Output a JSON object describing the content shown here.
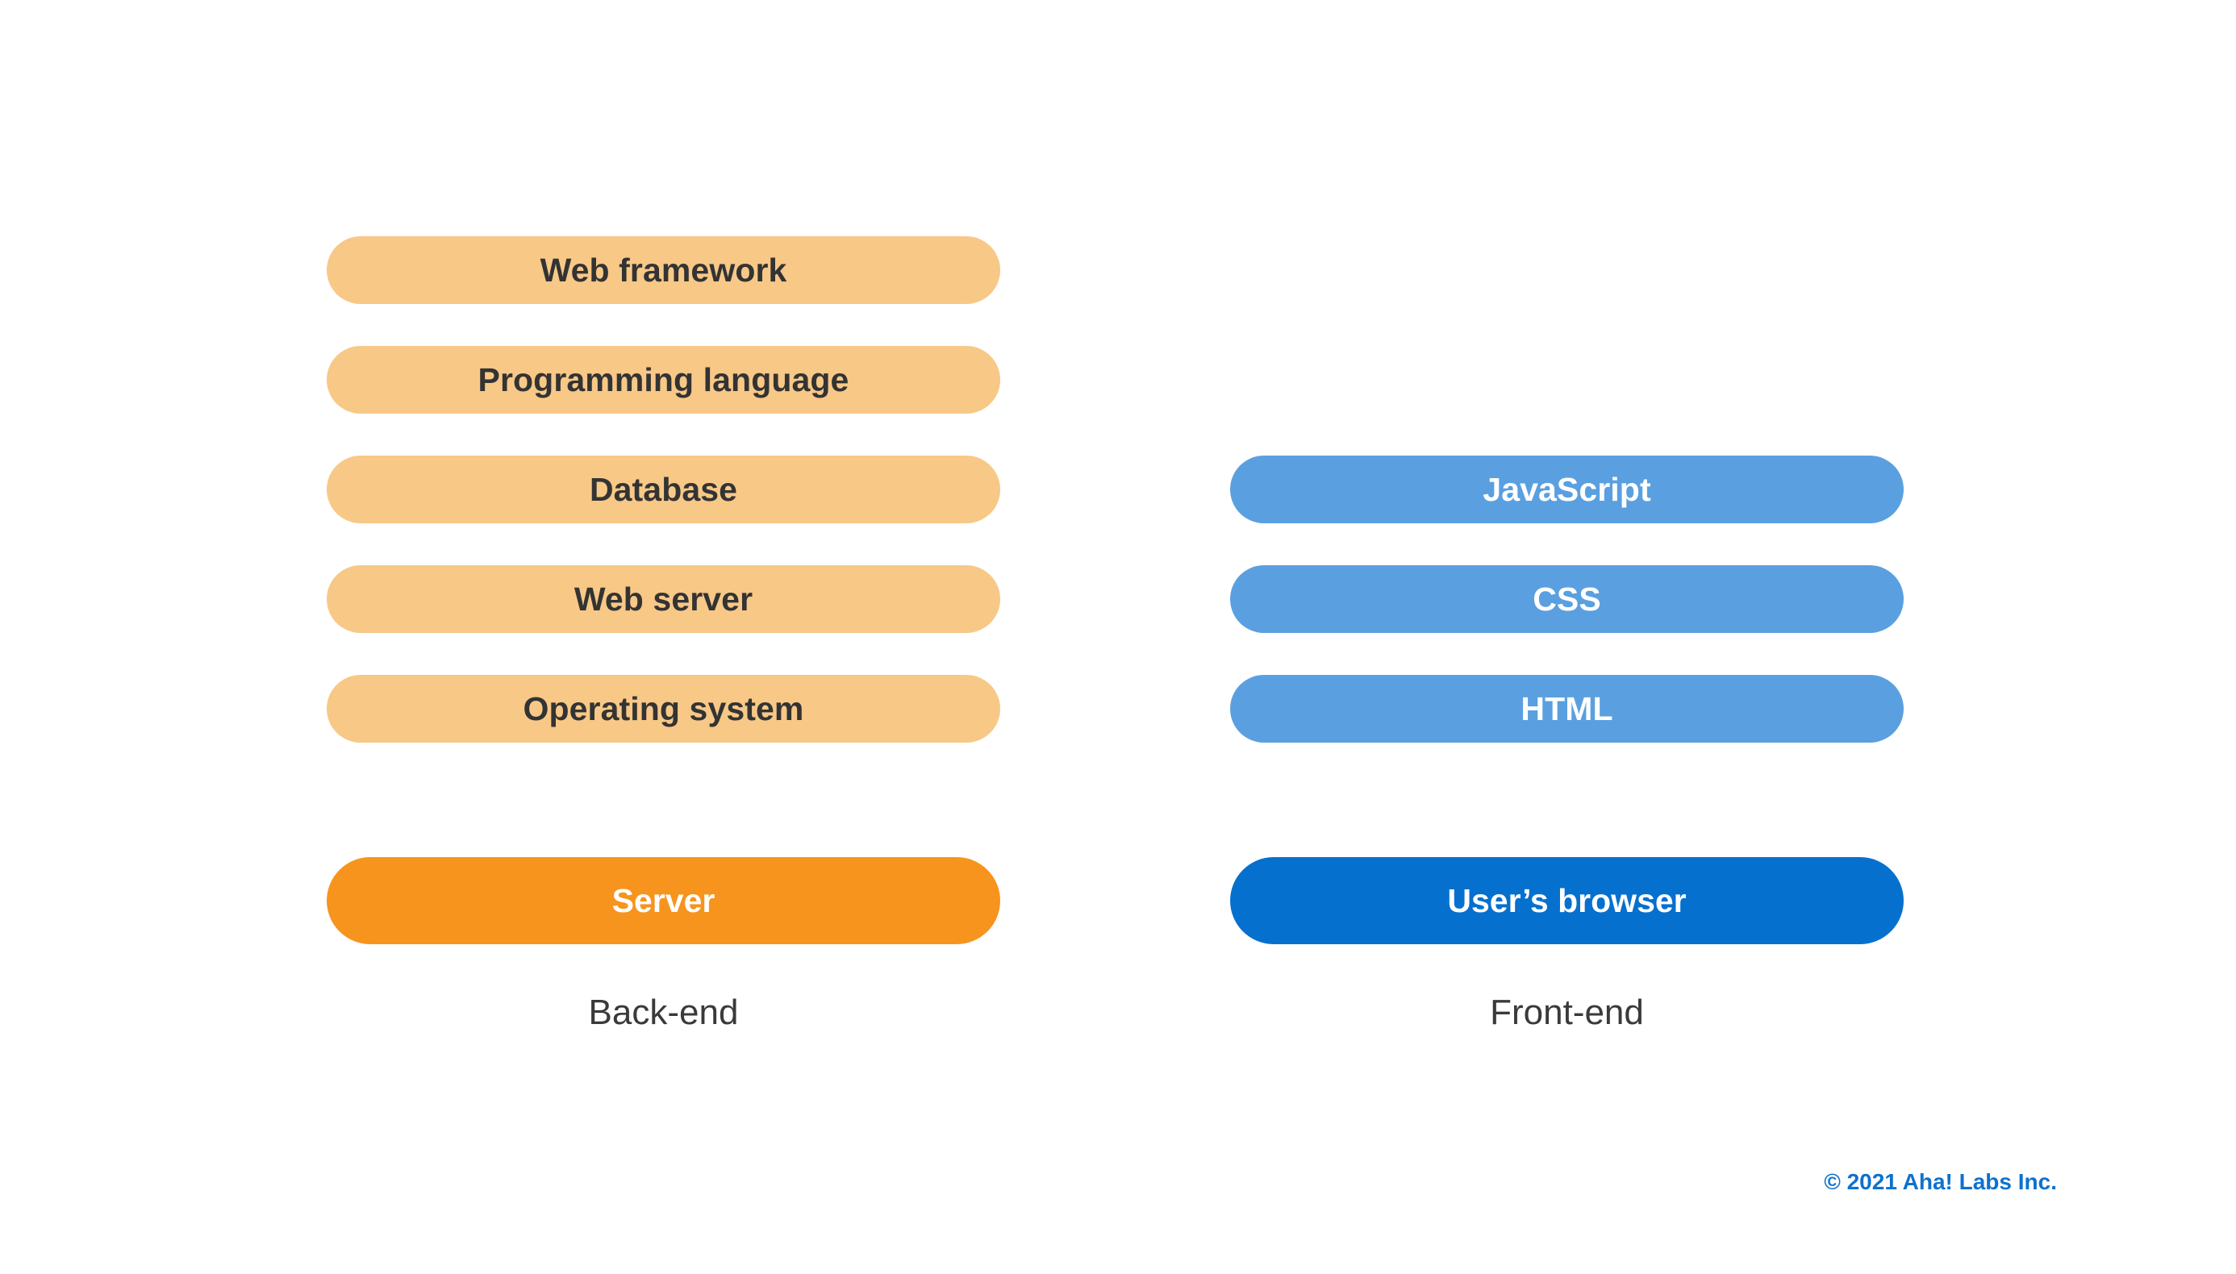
{
  "diagram": {
    "background_color": "#ffffff",
    "columns": [
      {
        "id": "backend",
        "caption": "Back-end",
        "layer_color": "#f8c887",
        "layer_text_color": "#333333",
        "base_color": "#f7941d",
        "base_label": "Server",
        "layers": [
          {
            "label": "Web framework"
          },
          {
            "label": "Programming language"
          },
          {
            "label": "Database"
          },
          {
            "label": "Web server"
          },
          {
            "label": "Operating system"
          }
        ]
      },
      {
        "id": "frontend",
        "caption": "Front-end",
        "layer_color": "#5aa0e0",
        "layer_text_color": "#ffffff",
        "base_color": "#0670ce",
        "base_label": "User’s browser",
        "layers": [
          {
            "label": "JavaScript"
          },
          {
            "label": "CSS"
          },
          {
            "label": "HTML"
          }
        ]
      }
    ]
  },
  "footer": {
    "copyright": "© 2021 Aha! Labs Inc.",
    "copyright_color": "#0d71ce"
  }
}
